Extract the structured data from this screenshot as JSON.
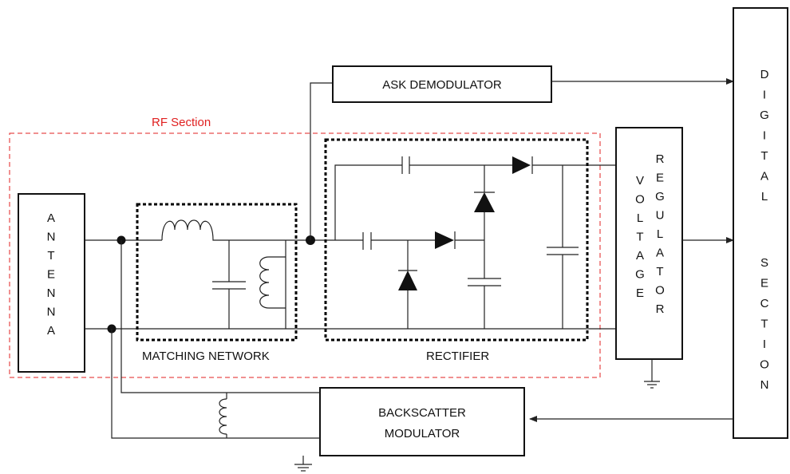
{
  "rf_section": {
    "label": "RF Section",
    "color": "#e02020"
  },
  "antenna": {
    "letters": [
      "A",
      "N",
      "T",
      "E",
      "N",
      "N",
      "A"
    ]
  },
  "matching_network": {
    "label": "MATCHING NETWORK"
  },
  "rectifier": {
    "label": "RECTIFIER"
  },
  "ask_demodulator": {
    "label": "ASK DEMODULATOR"
  },
  "voltage_regulator": {
    "col1": [
      "V",
      "O",
      "L",
      "T",
      "A",
      "G",
      "E"
    ],
    "col2": [
      "R",
      "E",
      "G",
      "U",
      "L",
      "A",
      "T",
      "O",
      "R"
    ]
  },
  "digital_section": {
    "col1": [
      "D",
      "I",
      "G",
      "I",
      "T",
      "A",
      "L"
    ],
    "col2": [
      "S",
      "E",
      "C",
      "T",
      "I",
      "O",
      "N"
    ]
  },
  "backscatter_modulator": {
    "line1": "BACKSCATTER",
    "line2": "MODULATOR"
  }
}
